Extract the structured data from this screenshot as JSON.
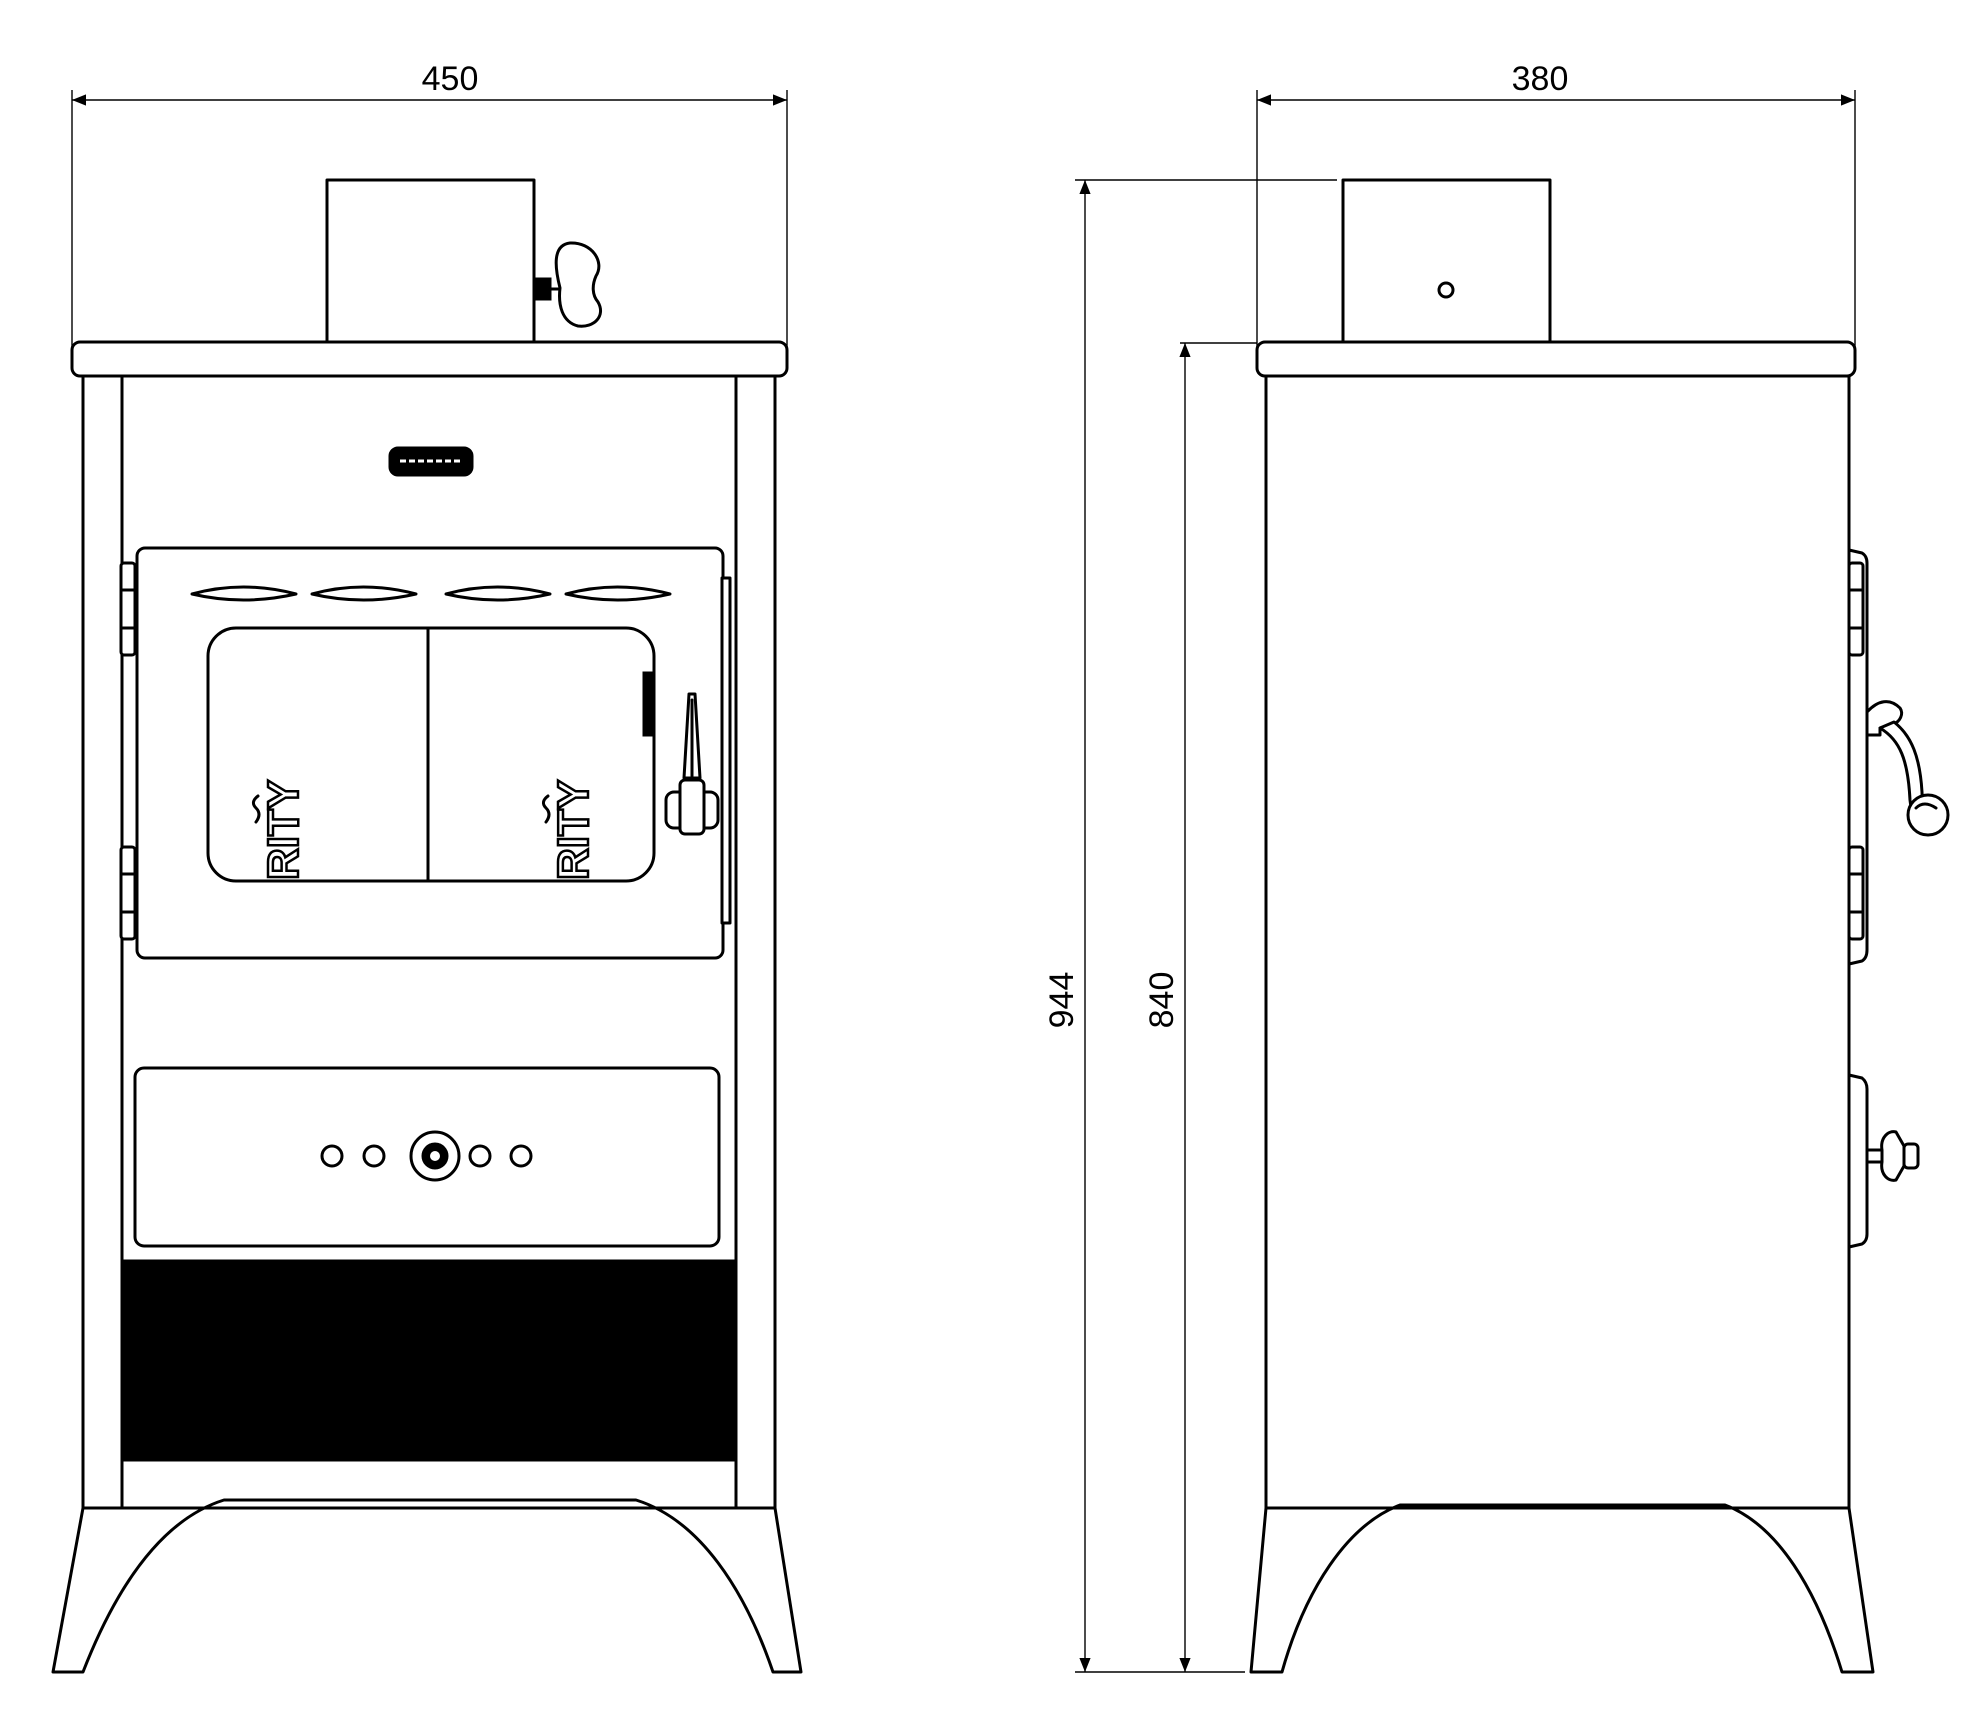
{
  "dimensions": {
    "front_width": "450",
    "side_depth": "380",
    "total_height": "944",
    "body_height": "840"
  },
  "logo": {
    "glass_text": "RITY"
  },
  "colors": {
    "line": "#000000",
    "background": "#ffffff"
  }
}
